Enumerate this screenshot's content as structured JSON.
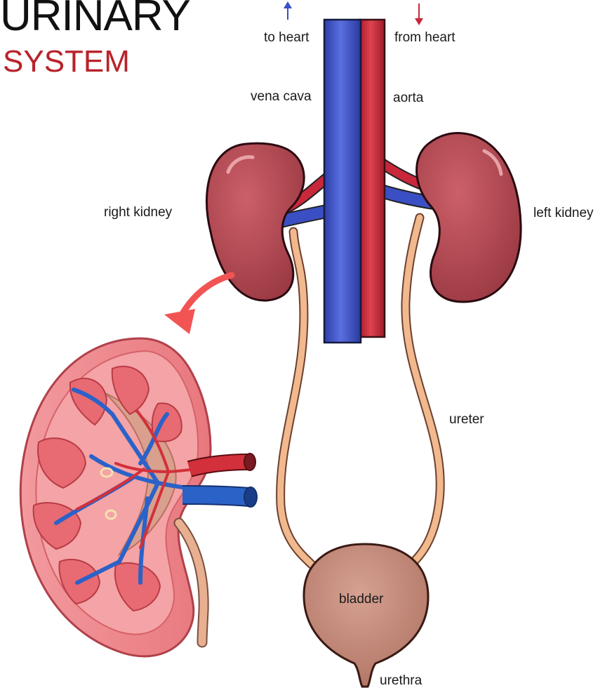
{
  "title": {
    "line1": "URINARY",
    "line2": "SYSTEM"
  },
  "labels": {
    "to_heart": "to heart",
    "from_heart": "from heart",
    "vena_cava": "vena cava",
    "aorta": "aorta",
    "right_kidney": "right kidney",
    "left_kidney": "left kidney",
    "ureter": "ureter",
    "bladder": "bladder",
    "urethra": "urethra"
  },
  "colors": {
    "vein": "#3b4fc4",
    "artery": "#c8283a",
    "kidney": "#b84a52",
    "kidney_section": "#f08a8f",
    "ureter": "#f2b98e",
    "bladder": "#c98a7c",
    "title_accent": "#b8232a"
  }
}
